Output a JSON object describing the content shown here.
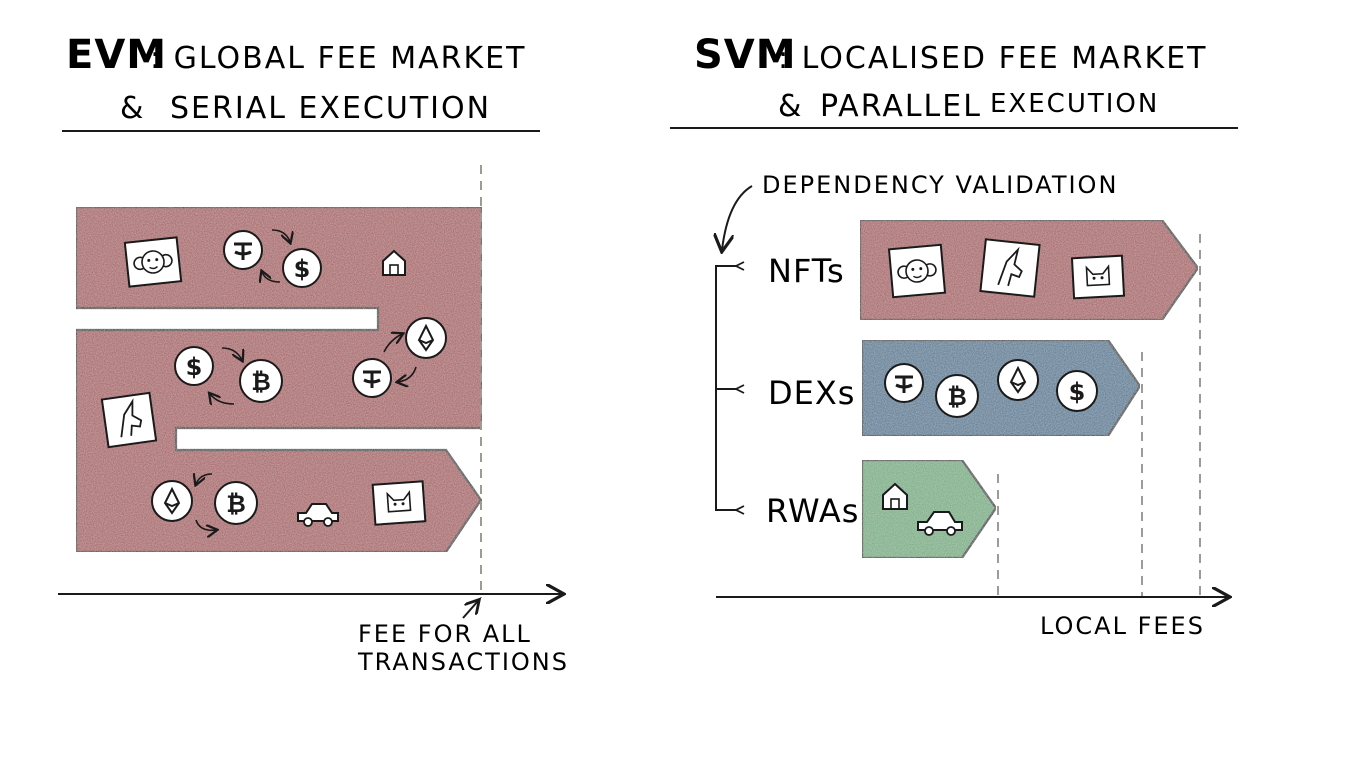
{
  "left": {
    "title_prefix": "EVM",
    "title_rest": ": GLOBAL FEE MARKET",
    "subtitle_amp": "&",
    "subtitle_rest": "SERIAL EXECUTION",
    "axis_caption_line1": "FEE FOR ALL",
    "axis_caption_line2": "TRANSACTIONS",
    "icons": [
      "monkey-nft-icon",
      "tether-coin-icon",
      "dollar-coin-icon",
      "house-icon",
      "ether-coin-icon",
      "dollar-coin-icon",
      "bitcoin-coin-icon",
      "tether-coin-icon",
      "unicorn-nft-icon",
      "ether-coin-icon",
      "bitcoin-coin-icon",
      "car-icon",
      "cat-nft-icon"
    ]
  },
  "right": {
    "title_prefix": "SVM",
    "title_rest": ": LOCALISED FEE MARKET",
    "subtitle_amp": "&",
    "subtitle_parallel": "PARALLEL",
    "subtitle_rest": "EXECUTION",
    "validation_label": "DEPENDENCY VALIDATION",
    "axis_caption": "LOCAL FEES",
    "lanes": [
      {
        "label": "NFTs",
        "color": "#a24f52",
        "icons": [
          "monkey-nft-icon",
          "unicorn-nft-icon",
          "cat-nft-icon"
        ]
      },
      {
        "label": "DEXs",
        "color": "#3f6e8c",
        "icons": [
          "tether-coin-icon",
          "bitcoin-coin-icon",
          "ether-coin-icon",
          "dollar-coin-icon"
        ]
      },
      {
        "label": "RWAs",
        "color": "#6aa878",
        "icons": [
          "house-icon",
          "car-icon"
        ]
      }
    ]
  },
  "colors": {
    "evm_band": "#a24f52",
    "ink": "#1a1a1a",
    "dashed": "#a09a94"
  }
}
